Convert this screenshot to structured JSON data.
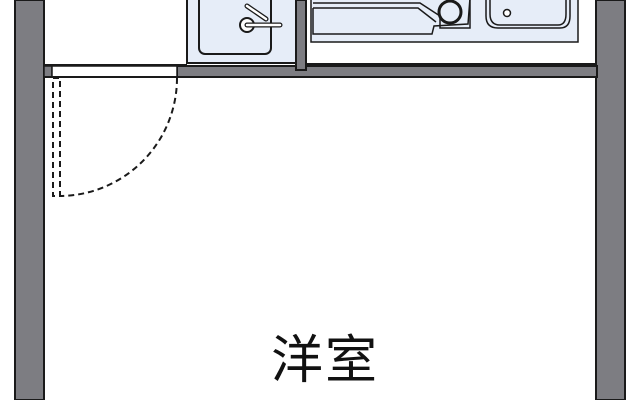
{
  "floorplan": {
    "rooms": [
      {
        "id": "western-room",
        "label": "洋室"
      }
    ],
    "fixtures": [
      "washbasin",
      "kitchen-sink",
      "stove-burner",
      "door-swing"
    ],
    "colors": {
      "wall": "#7d7d82",
      "outline": "#1a1a1a",
      "fixture_fill": "#e6edf8",
      "floor": "#ffffff"
    }
  }
}
